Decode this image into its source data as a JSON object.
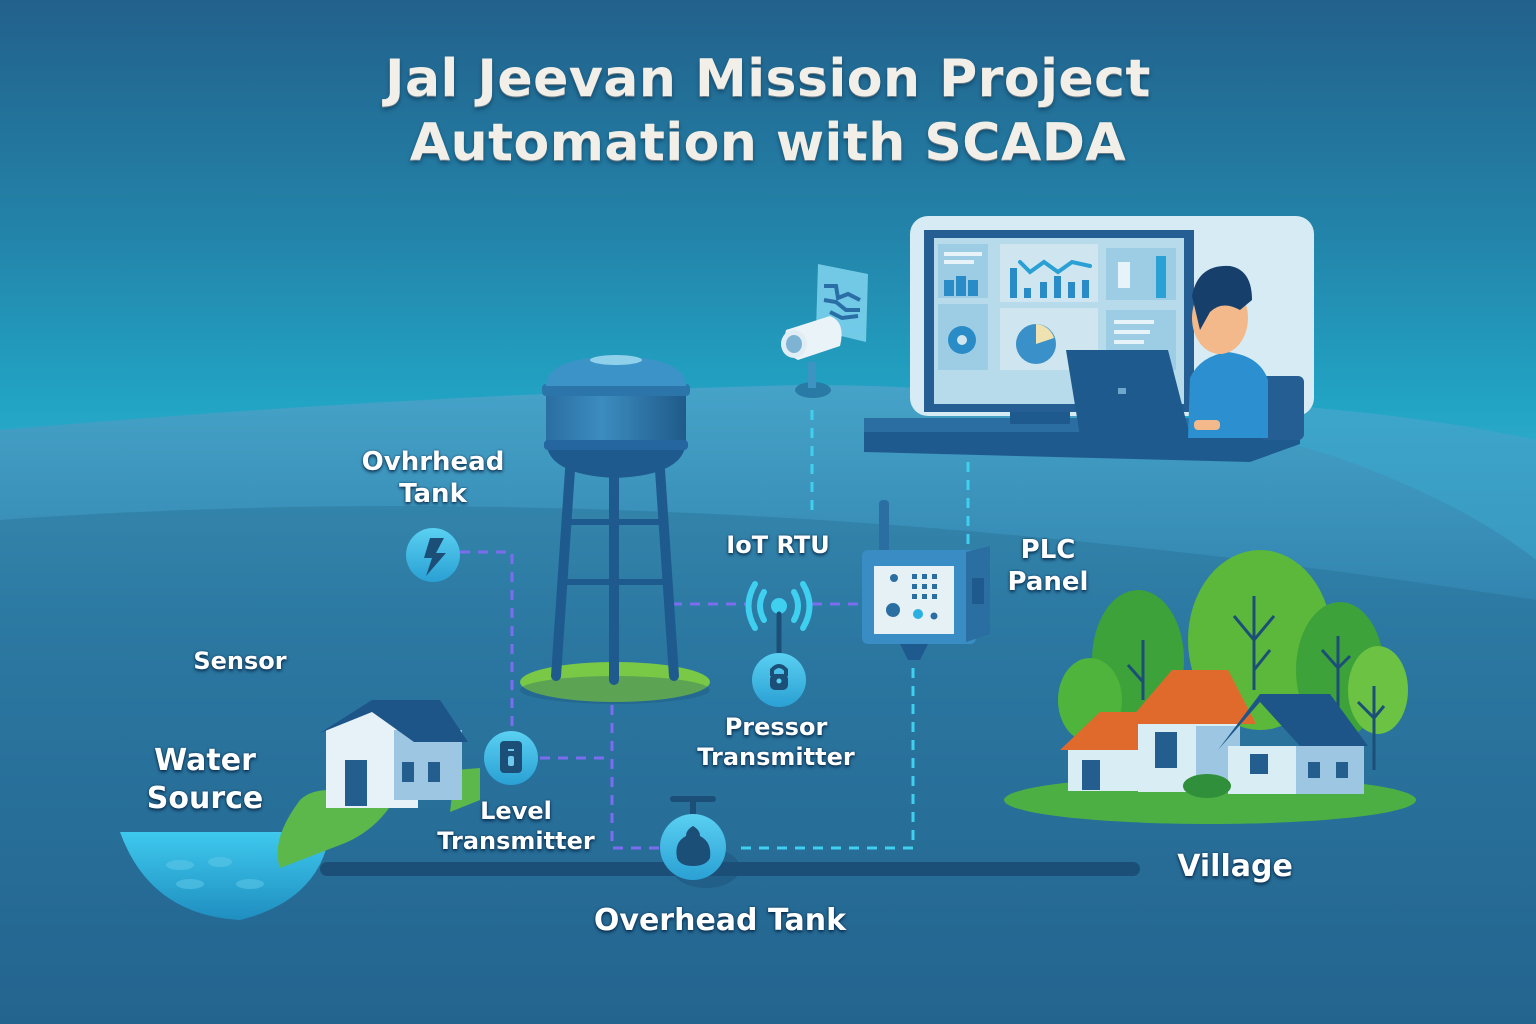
{
  "title": {
    "line1": "Jal Jeevan Mission  Project",
    "line2": "Automation with SCADA"
  },
  "labels": {
    "overhead_tank_top": {
      "line1": "Ovhrhead",
      "line2": "Tank"
    },
    "sensor": "Sensor",
    "water_source": {
      "line1": "Water",
      "line2": "Source"
    },
    "level_transmitter": {
      "line1": "Level",
      "line2": "Transmitter"
    },
    "iot_rtu": "IoT RTU",
    "pressure_transmitter": {
      "line1": "Pressor",
      "line2": "Transmitter"
    },
    "plc_panel": {
      "line1": "PLC",
      "line2": "Panel"
    },
    "overhead_tank_bottom": "Overhead Tank",
    "village": "Village"
  },
  "icons": {
    "power_sensor": "lightning-icon",
    "level_transmitter": "level-switch-icon",
    "iot_rtu": "wireless-antenna-icon",
    "pressure_transmitter": "lock-icon",
    "flow_valve": "valve-icon",
    "scada_workstation": "computer-monitor-icon",
    "security_camera": "camera-icon",
    "qr_panel": "qr-code-icon",
    "plc_box": "plc-panel-icon",
    "water_tower": "water-tower-icon",
    "pump_house": "house-icon",
    "village_houses": "village-icon"
  },
  "colors": {
    "background_top": "#22618c",
    "background_mid": "#22a5c5",
    "ground": "#23628f",
    "link_purple": "#7b6cf0",
    "link_cyan": "#3fd0ef",
    "accent_green": "#76c442",
    "roof_orange": "#e06a2c",
    "label_white": "#ffffff"
  }
}
